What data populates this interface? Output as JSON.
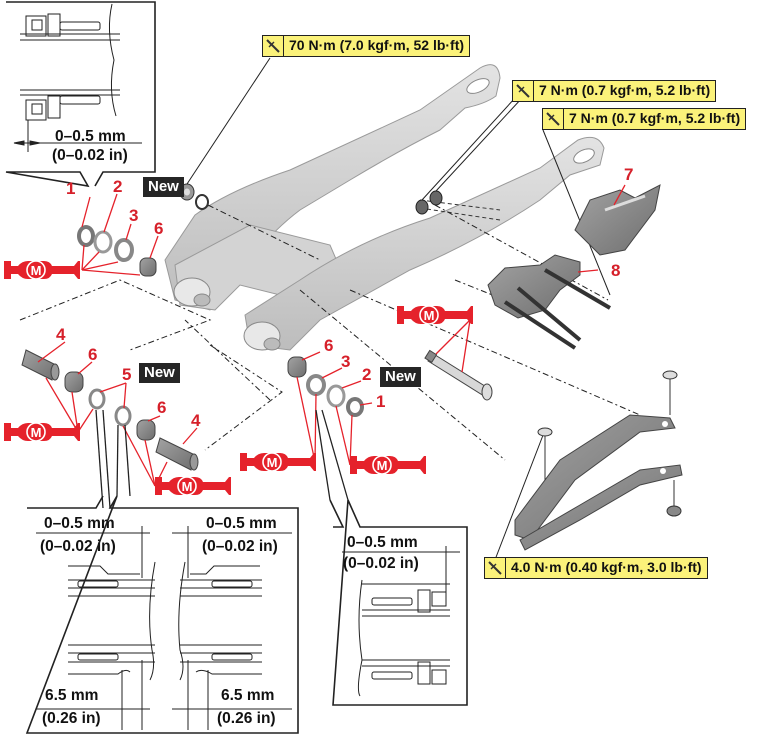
{
  "figure": {
    "type": "exploded-view",
    "subject": "swingarm assembly"
  },
  "colors": {
    "torque_label_bg": "#fbf27a",
    "part_number": "#d6202a",
    "lubricant_symbol": "#e5222b",
    "new_badge_bg": "#262626",
    "part_gray": "#c9c9c9"
  },
  "torque_labels": [
    {
      "id": "t1",
      "icon": "torque-wrench-icon",
      "text": "70 N·m (7.0 kgf·m, 52 lb·ft)"
    },
    {
      "id": "t2",
      "icon": "torque-wrench-icon",
      "text": "7 N·m (0.7 kgf·m, 5.2 lb·ft)"
    },
    {
      "id": "t3",
      "icon": "torque-wrench-icon",
      "text": "7 N·m (0.7 kgf·m, 5.2 lb·ft)"
    },
    {
      "id": "t4",
      "icon": "torque-wrench-icon",
      "text": "4.0 N·m (0.40 kgf·m, 3.0 lb·ft)"
    }
  ],
  "new_badges": [
    "New",
    "New",
    "New"
  ],
  "lubricant_symbol_letter": "M",
  "part_numbers": {
    "upper_left": [
      "1",
      "2",
      "3",
      "6"
    ],
    "middle_left": [
      "4",
      "6",
      "5",
      "6",
      "4"
    ],
    "middle_right": [
      "6",
      "3",
      "2",
      "1"
    ],
    "chain_guide": "7",
    "guide_bracket": "8"
  },
  "detail_boxes": {
    "top_left": {
      "dim_mm": "0–0.5 mm",
      "dim_in": "(0–0.02 in)"
    },
    "bottom_left": {
      "left_top_mm": "0–0.5 mm",
      "left_top_in": "(0–0.02 in)",
      "right_top_mm": "0–0.5 mm",
      "right_top_in": "(0–0.02 in)",
      "left_bottom_mm": "6.5 mm",
      "left_bottom_in": "(0.26 in)",
      "right_bottom_mm": "6.5 mm",
      "right_bottom_in": "(0.26 in)"
    },
    "bottom_middle": {
      "dim_mm": "0–0.5 mm",
      "dim_in": "(0–0.02 in)"
    }
  }
}
